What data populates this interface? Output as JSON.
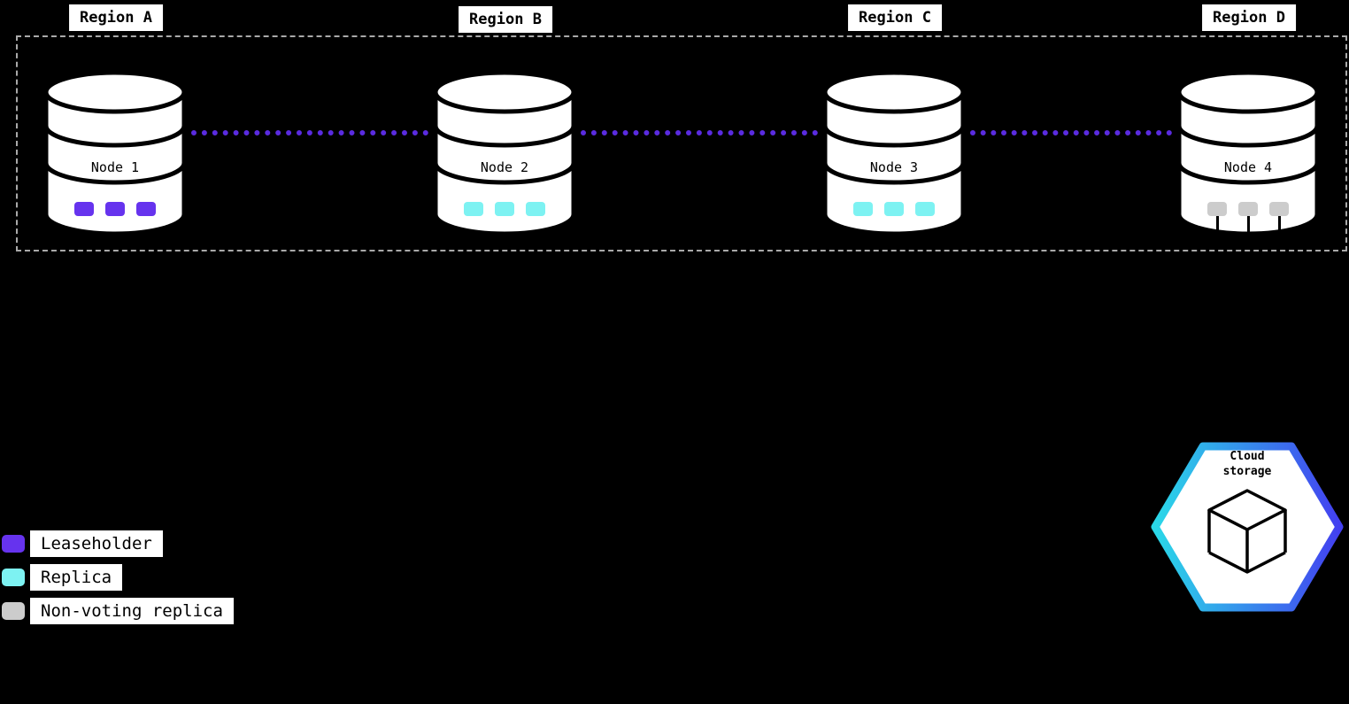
{
  "diagram": {
    "regions": [
      {
        "label": "Region A"
      },
      {
        "label": "Region B"
      },
      {
        "label": "Region C"
      },
      {
        "label": "Region D"
      }
    ],
    "nodes": [
      {
        "label": "Node 1",
        "marker": "leaseholder"
      },
      {
        "label": "Node 2",
        "marker": "replica"
      },
      {
        "label": "Node 3",
        "marker": "replica"
      },
      {
        "label": "Node 4",
        "marker": "nonvoting"
      }
    ],
    "legend": [
      {
        "label": "Leaseholder",
        "marker": "leaseholder"
      },
      {
        "label": "Replica",
        "marker": "replica"
      },
      {
        "label": "Non-voting replica",
        "marker": "nonvoting"
      }
    ],
    "cloud_storage": {
      "label_line1": "Cloud",
      "label_line2": "storage"
    },
    "colors": {
      "leaseholder": "#6633EE",
      "replica": "#7DF2F2",
      "nonvoting": "#CCCCCC",
      "connector": "#5A2BE0",
      "hex_gradient_start": "#2AD8E8",
      "hex_gradient_end": "#4340F0"
    }
  }
}
